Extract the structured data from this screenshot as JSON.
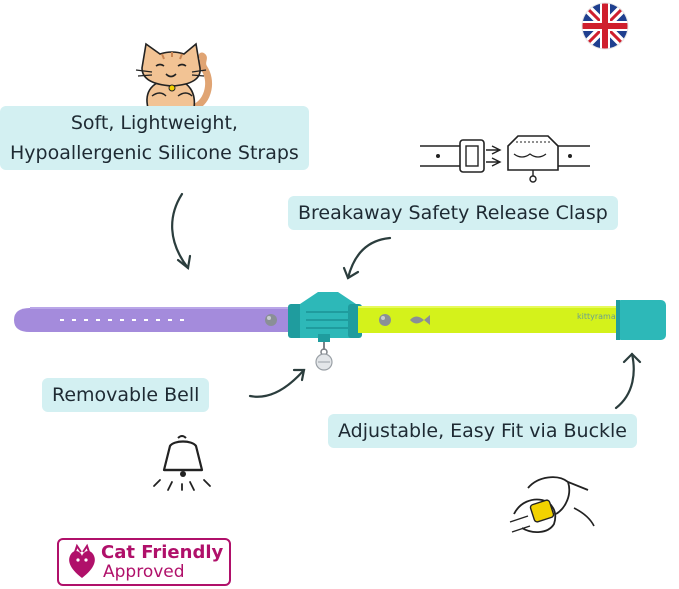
{
  "labels": {
    "straps_line1": "Soft, Lightweight,",
    "straps_line2": "Hypoallergenic Silicone Straps",
    "clasp": "Breakaway Safety Release Clasp",
    "bell": "Removable Bell",
    "buckle": "Adjustable, Easy Fit via Buckle"
  },
  "collar_brand": "kittyrama",
  "badge": {
    "line1": "Cat Friendly",
    "line2": "Approved"
  },
  "colors": {
    "label_bg": "#d3f0f2",
    "strap_purple": "#a48bdc",
    "strap_lime": "#d4f21b",
    "clasp_teal": "#2db8b8",
    "badge_magenta": "#b0106a",
    "text_dark": "#1e2a33"
  }
}
